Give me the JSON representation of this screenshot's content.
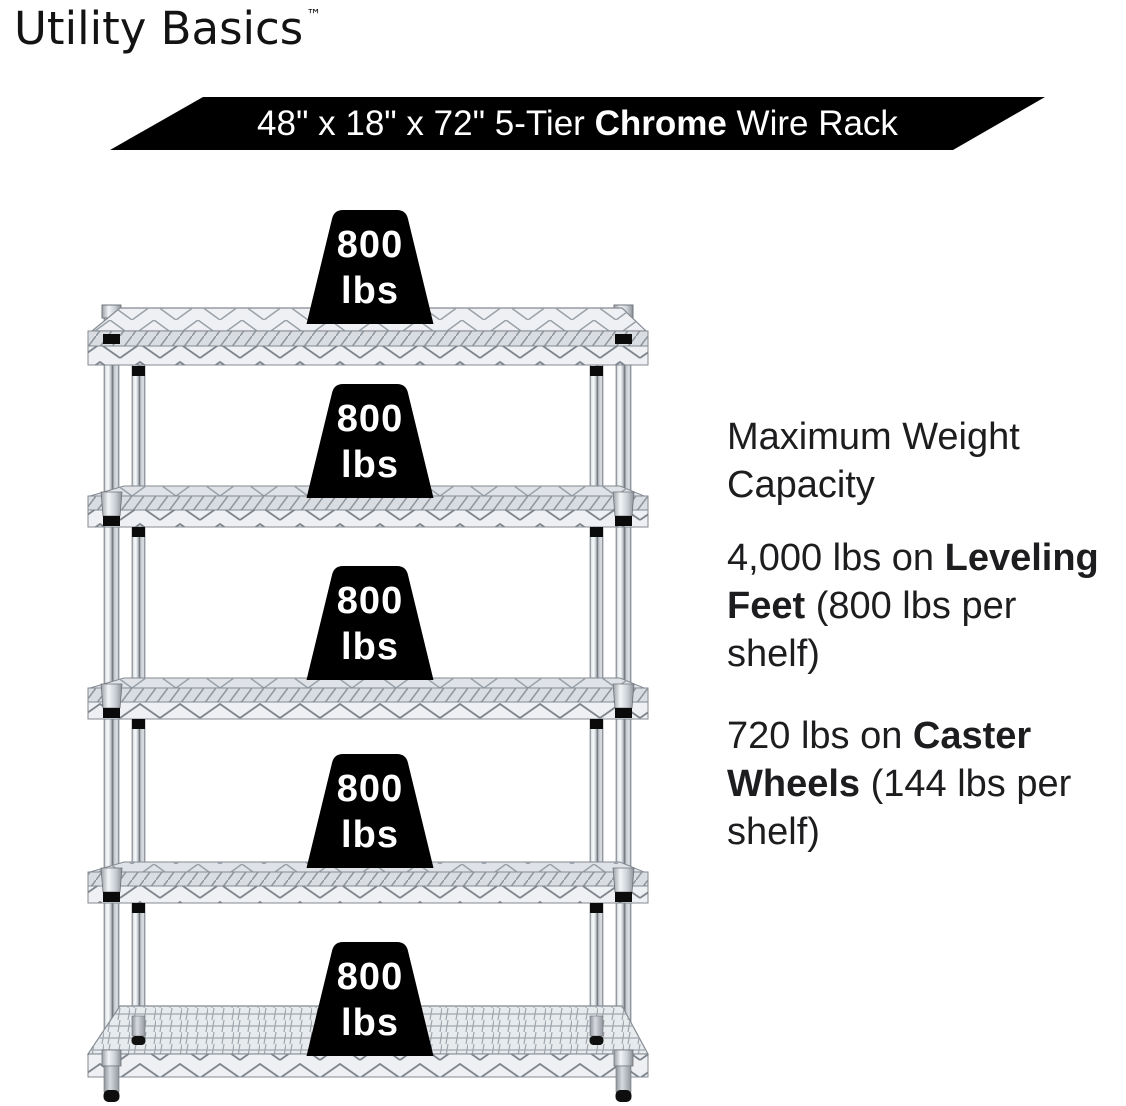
{
  "brand": {
    "name": "Utility Basics",
    "trademark": "™"
  },
  "banner": {
    "prefix": "48\" x 18\" x 72\" 5-Tier ",
    "highlight": "Chrome",
    "suffix": " Wire Rack"
  },
  "info": {
    "heading": "Maximum Weight\nCapacity",
    "items": [
      {
        "pre": "4,000 lbs on ",
        "bold": "Leveling\nFeet",
        "post": " (800 lbs per\nshelf)"
      },
      {
        "pre": "720 lbs on ",
        "bold": "Caster\nWheels",
        "post": " (144 lbs per\nshelf)"
      }
    ]
  },
  "rack": {
    "tier_count": 5,
    "weights": [
      {
        "value": "800",
        "unit": "lbs"
      },
      {
        "value": "800",
        "unit": "lbs"
      },
      {
        "value": "800",
        "unit": "lbs"
      },
      {
        "value": "800",
        "unit": "lbs"
      },
      {
        "value": "800",
        "unit": "lbs"
      }
    ]
  },
  "colors": {
    "banner_background": "#000000",
    "banner_text": "#ffffff",
    "weight_badge_background": "#000000",
    "weight_badge_text": "#ffffff",
    "body_text": "#1d1d1f",
    "chrome_light": "#f5f7f9",
    "chrome_dark": "#81868d"
  }
}
